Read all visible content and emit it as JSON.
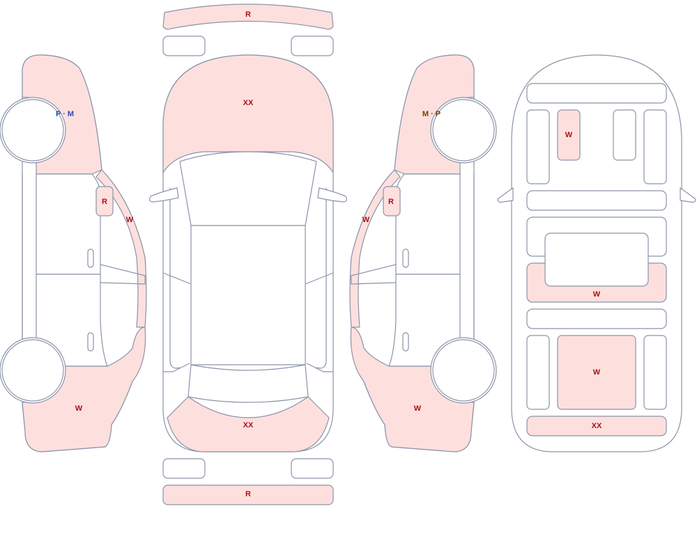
{
  "colors": {
    "damaged_fill": "#fde0de",
    "outline": "#8a93a8",
    "label_red": "#a8101a",
    "label_blue": "#1f4fb5",
    "label_brown": "#7a3b08"
  },
  "labels": {
    "top_bumper": "R",
    "hood": "XX",
    "rear_deck": "XX",
    "rear_bumper": "R",
    "left_front_fender": "P · M",
    "left_mirror": "R",
    "left_a_pillar": "W",
    "left_rear_quarter": "W",
    "right_front_fender": "M · P",
    "right_mirror": "R",
    "right_a_pillar": "W",
    "right_rear_quarter": "W",
    "interior_panel_top": "W",
    "interior_panel_mid": "W",
    "interior_panel_center": "W",
    "interior_panel_bottom": "XX"
  }
}
